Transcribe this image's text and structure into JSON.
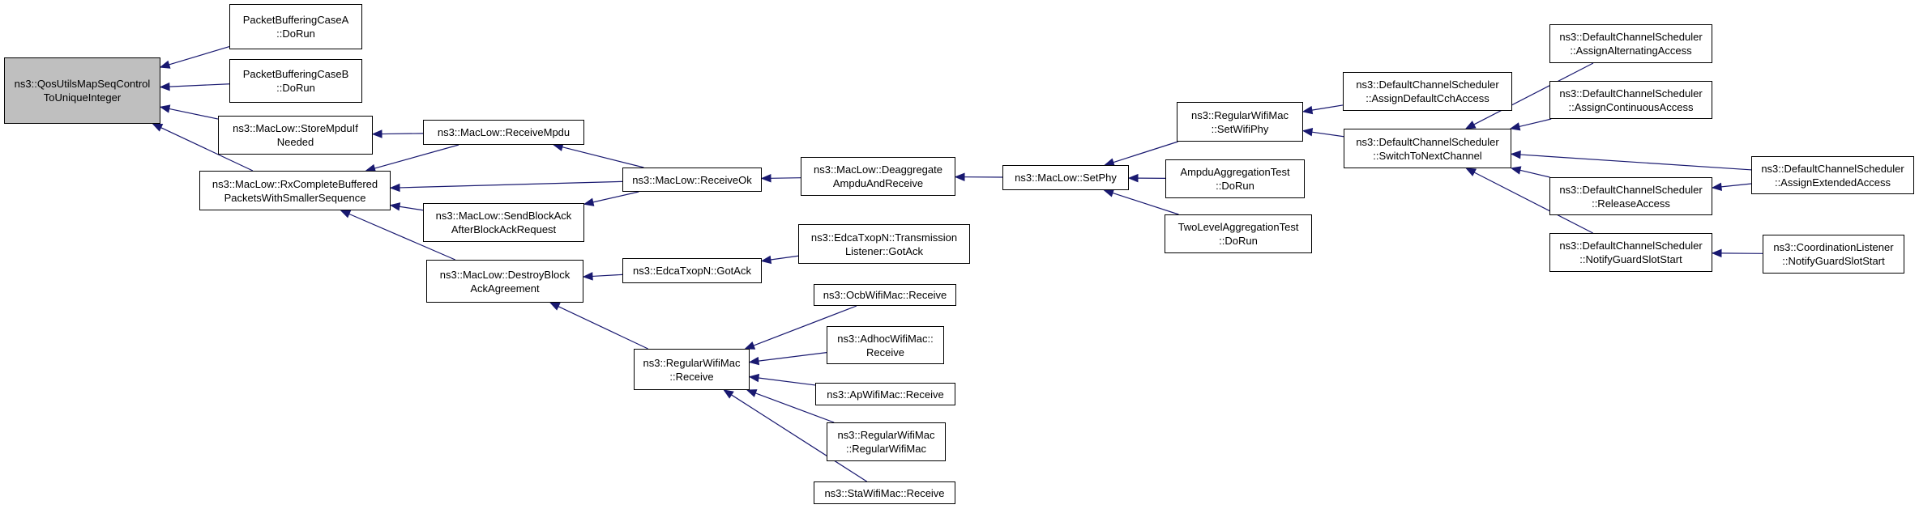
{
  "colors": {
    "edge": "#191970",
    "node_border": "#000000",
    "root_fill": "#bfbfbf"
  },
  "nodes": {
    "root": [
      "ns3::QosUtilsMapSeqControl",
      "ToUniqueInteger"
    ],
    "pbA": [
      "PacketBufferingCaseA",
      "::DoRun"
    ],
    "pbB": [
      "PacketBufferingCaseB",
      "::DoRun"
    ],
    "storeMpdu": [
      "ns3::MacLow::StoreMpduIf",
      "Needed"
    ],
    "rxComplete": [
      "ns3::MacLow::RxCompleteBuffered",
      "PacketsWithSmallerSequence"
    ],
    "receiveMpdu": [
      "ns3::MacLow::ReceiveMpdu"
    ],
    "sendBlockAck": [
      "ns3::MacLow::SendBlockAck",
      "AfterBlockAckRequest"
    ],
    "destroyBlock": [
      "ns3::MacLow::DestroyBlock",
      "AckAgreement"
    ],
    "receiveOk": [
      "ns3::MacLow::ReceiveOk"
    ],
    "gotAck": [
      "ns3::EdcaTxopN::GotAck"
    ],
    "regReceive": [
      "ns3::RegularWifiMac",
      "::Receive"
    ],
    "deaggregate": [
      "ns3::MacLow::Deaggregate",
      "AmpduAndReceive"
    ],
    "txListener": [
      "ns3::EdcaTxopN::Transmission",
      "Listener::GotAck"
    ],
    "ocbReceive": [
      "ns3::OcbWifiMac::Receive"
    ],
    "adhocReceive": [
      "ns3::AdhocWifiMac::",
      "Receive"
    ],
    "apReceive": [
      "ns3::ApWifiMac::Receive"
    ],
    "regCtor": [
      "ns3::RegularWifiMac",
      "::RegularWifiMac"
    ],
    "staReceive": [
      "ns3::StaWifiMac::Receive"
    ],
    "setPhy": [
      "ns3::MacLow::SetPhy"
    ],
    "setWifiPhy": [
      "ns3::RegularWifiMac",
      "::SetWifiPhy"
    ],
    "ampduTest": [
      "AmpduAggregationTest",
      "::DoRun"
    ],
    "twoLevelTest": [
      "TwoLevelAggregationTest",
      "::DoRun"
    ],
    "assignDefault": [
      "ns3::DefaultChannelScheduler",
      "::AssignDefaultCchAccess"
    ],
    "switchNext": [
      "ns3::DefaultChannelScheduler",
      "::SwitchToNextChannel"
    ],
    "assignAlt": [
      "ns3::DefaultChannelScheduler",
      "::AssignAlternatingAccess"
    ],
    "assignCont": [
      "ns3::DefaultChannelScheduler",
      "::AssignContinuousAccess"
    ],
    "releaseAccess": [
      "ns3::DefaultChannelScheduler",
      "::ReleaseAccess"
    ],
    "notifyGuard": [
      "ns3::DefaultChannelScheduler",
      "::NotifyGuardSlotStart"
    ],
    "assignExt": [
      "ns3::DefaultChannelScheduler",
      "::AssignExtendedAccess"
    ],
    "coordListener": [
      "ns3::CoordinationListener",
      "::NotifyGuardSlotStart"
    ]
  },
  "edges": [
    [
      "pbA",
      "root"
    ],
    [
      "pbB",
      "root"
    ],
    [
      "storeMpdu",
      "root"
    ],
    [
      "rxComplete",
      "root"
    ],
    [
      "receiveMpdu",
      "storeMpdu"
    ],
    [
      "receiveMpdu",
      "rxComplete"
    ],
    [
      "receiveOk",
      "rxComplete"
    ],
    [
      "sendBlockAck",
      "rxComplete"
    ],
    [
      "destroyBlock",
      "rxComplete"
    ],
    [
      "receiveOk",
      "receiveMpdu"
    ],
    [
      "receiveOk",
      "sendBlockAck"
    ],
    [
      "gotAck",
      "destroyBlock"
    ],
    [
      "regReceive",
      "destroyBlock"
    ],
    [
      "deaggregate",
      "receiveOk"
    ],
    [
      "txListener",
      "gotAck"
    ],
    [
      "ocbReceive",
      "regReceive"
    ],
    [
      "adhocReceive",
      "regReceive"
    ],
    [
      "apReceive",
      "regReceive"
    ],
    [
      "regCtor",
      "regReceive"
    ],
    [
      "staReceive",
      "regReceive"
    ],
    [
      "setPhy",
      "deaggregate"
    ],
    [
      "setWifiPhy",
      "setPhy"
    ],
    [
      "ampduTest",
      "setPhy"
    ],
    [
      "twoLevelTest",
      "setPhy"
    ],
    [
      "assignDefault",
      "setWifiPhy"
    ],
    [
      "switchNext",
      "setWifiPhy"
    ],
    [
      "assignAlt",
      "switchNext"
    ],
    [
      "assignCont",
      "switchNext"
    ],
    [
      "releaseAccess",
      "switchNext"
    ],
    [
      "notifyGuard",
      "switchNext"
    ],
    [
      "assignExt",
      "switchNext"
    ],
    [
      "assignExt",
      "releaseAccess"
    ],
    [
      "coordListener",
      "notifyGuard"
    ]
  ]
}
